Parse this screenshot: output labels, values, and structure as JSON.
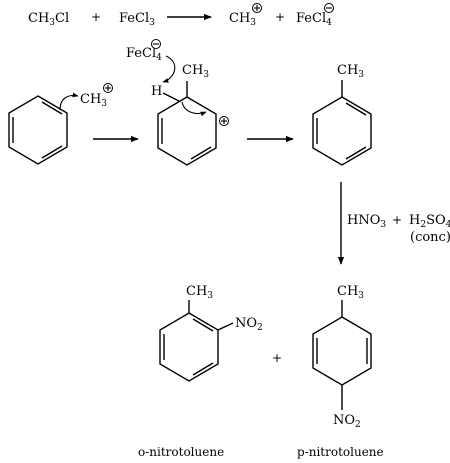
{
  "step1": {
    "reactant_a": {
      "base": "CH",
      "sub": "3",
      "tail": "Cl"
    },
    "plus_1": "+",
    "reactant_b": {
      "base": "FeCl",
      "sub": "3"
    },
    "product_a": {
      "base": "CH",
      "sub": "3"
    },
    "plus_2": "+",
    "product_b": {
      "base": "FeCl",
      "sub": "4"
    }
  },
  "step2": {
    "electrophile": {
      "base": "CH",
      "sub": "3"
    },
    "sigma_complex": {
      "base_ion": {
        "base": "FeCl",
        "sub": "4"
      },
      "hydrogen": "H",
      "methyl": {
        "base": "CH",
        "sub": "3"
      }
    },
    "toluene_methyl": {
      "base": "CH",
      "sub": "3"
    }
  },
  "nitration": {
    "reagent_1": {
      "base": "HNO",
      "sub": "3"
    },
    "plus": "+",
    "reagent_2": {
      "base": "H",
      "sub1": "2",
      "mid": "SO",
      "sub2": "4"
    },
    "condition": "(conc)"
  },
  "products": {
    "ortho": {
      "methyl": {
        "base": "CH",
        "sub": "3"
      },
      "nitro": {
        "base": "NO",
        "sub": "2"
      },
      "name": "o-nitrotoluene"
    },
    "plus": "+",
    "para": {
      "methyl": {
        "base": "CH",
        "sub": "3"
      },
      "nitro": {
        "base": "NO",
        "sub": "2"
      },
      "name": "p-nitrotoluene"
    }
  },
  "icons": {
    "positive_charge": "circled-plus-icon",
    "negative_charge": "circled-minus-icon"
  }
}
